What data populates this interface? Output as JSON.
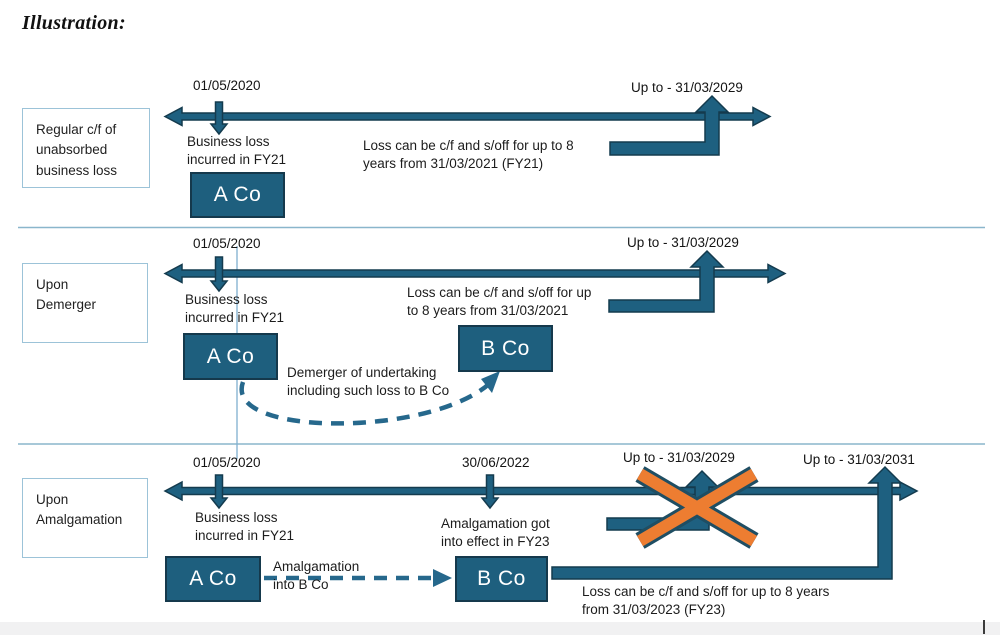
{
  "title": "Illustration:",
  "colors": {
    "teal_fill": "#1E5F7E",
    "teal_dark": "#15394C",
    "dashed_arrow": "#26688C",
    "orange_cross": "#ED7D31",
    "divider": "#8AB6CC",
    "text": "#1F1F1F"
  },
  "sections": [
    {
      "label": "Regular c/f of\nunabsorbed\nbusiness loss",
      "start_date": "01/05/2020",
      "end_date": "Up to - 31/03/2029",
      "event_note": "Business loss\nincurred in FY21",
      "loss_note": "Loss can be c/f and s/off for up to 8\nyears from 31/03/2021 (FY21)",
      "company_a": "A Co"
    },
    {
      "label": "Upon\nDemerger",
      "start_date": "01/05/2020",
      "end_date": "Up to - 31/03/2029",
      "event_note": "Business loss\nincurred in FY21",
      "loss_note": "Loss can be c/f and s/off for up\nto 8 years from 31/03/2021",
      "transfer_note": "Demerger of undertaking\nincluding such loss to B Co",
      "company_a": "A Co",
      "company_b": "B Co"
    },
    {
      "label": "Upon\nAmalgamation",
      "start_date": "01/05/2020",
      "mid_date": "30/06/2022",
      "end_date_crossed": "Up to - 31/03/2029",
      "end_date_valid": "Up to - 31/03/2031",
      "event_note": "Business loss\nincurred in FY21",
      "mid_note": "Amalgamation got\ninto effect in FY23",
      "transfer_note": "Amalgamation\ninto B Co",
      "loss_note": "Loss can be c/f and s/off for up to 8 years\nfrom 31/03/2023 (FY23)",
      "company_a": "A Co",
      "company_b": "B Co"
    }
  ]
}
